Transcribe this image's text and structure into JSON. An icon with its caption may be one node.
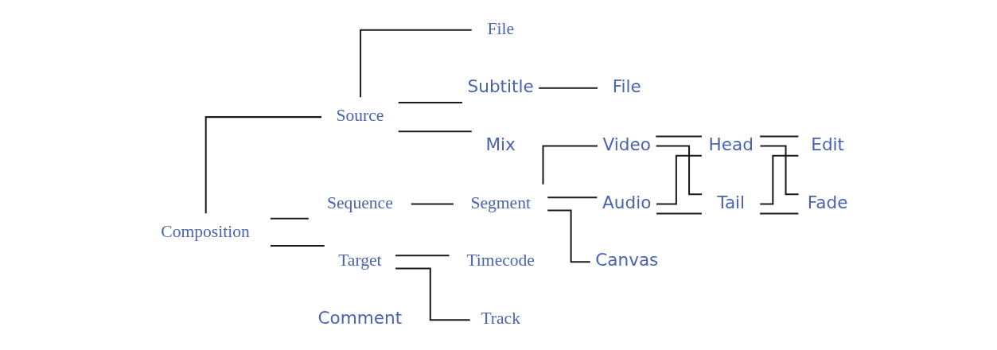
{
  "diagram": {
    "nodes": [
      {
        "text": [
          "Composition"
        ]
      },
      {
        "text": [
          "Source"
        ]
      },
      {
        "text": [
          "File"
        ]
      },
      {
        "text": [
          "Subtitle"
        ]
      },
      {
        "text": [
          "File"
        ]
      },
      {
        "text": [
          "Mix"
        ]
      },
      {
        "text": [
          "Sequence"
        ]
      },
      {
        "text": [
          "Segment"
        ]
      },
      {
        "text": [
          "Video"
        ]
      },
      {
        "text": [
          "Audio"
        ]
      },
      {
        "text": [
          "Canvas"
        ]
      },
      {
        "text": [
          "Head"
        ]
      },
      {
        "text": [
          "Tail"
        ]
      },
      {
        "text": [
          "Edit"
        ]
      },
      {
        "text": [
          "Fade"
        ]
      },
      {
        "text": [
          "Target"
        ]
      },
      {
        "text": [
          "Timecode"
        ]
      },
      {
        "text": [
          "Track"
        ]
      }
    ],
    "edges": [
      {
        "from": 0,
        "to": 1,
        "arrow": "none"
      },
      {
        "from": 0,
        "to": 6,
        "arrow": "none"
      },
      {
        "from": 0,
        "to": 15,
        "arrow": "none"
      },
      {
        "from": 1,
        "to": 2,
        "arrow": "none"
      },
      {
        "from": 1,
        "to": 3,
        "arrow": "none"
      },
      {
        "from": 1,
        "to": 5,
        "arrow": "none"
      },
      {
        "from": 3,
        "to": 4,
        "arrow": "none"
      },
      {
        "from": 6,
        "to": 7,
        "arrow": "none"
      },
      {
        "from": 7,
        "to": 8,
        "arrow": "none"
      },
      {
        "from": 7,
        "to": 9,
        "arrow": "none"
      },
      {
        "from": 7,
        "to": 10,
        "arrow": "none"
      },
      {
        "from": 8,
        "to": 11,
        "arrow": "none"
      },
      {
        "from": 8,
        "to": 12,
        "arrow": "none"
      },
      {
        "from": 9,
        "to": 11,
        "arrow": "none"
      },
      {
        "from": 9,
        "to": 12,
        "arrow": "none"
      },
      {
        "from": 11,
        "to": 13,
        "arrow": "none"
      },
      {
        "from": 11,
        "to": 14,
        "arrow": "none"
      },
      {
        "from": 12,
        "to": 13,
        "arrow": "none"
      },
      {
        "from": 12,
        "to": 14,
        "arrow": "none"
      },
      {
        "from": 15,
        "to": 16,
        "arrow": "none"
      },
      {
        "from": 15,
        "to": 17,
        "arrow": "none"
      }
    ],
    "labels": [
      "Comment"
    ]
  }
}
